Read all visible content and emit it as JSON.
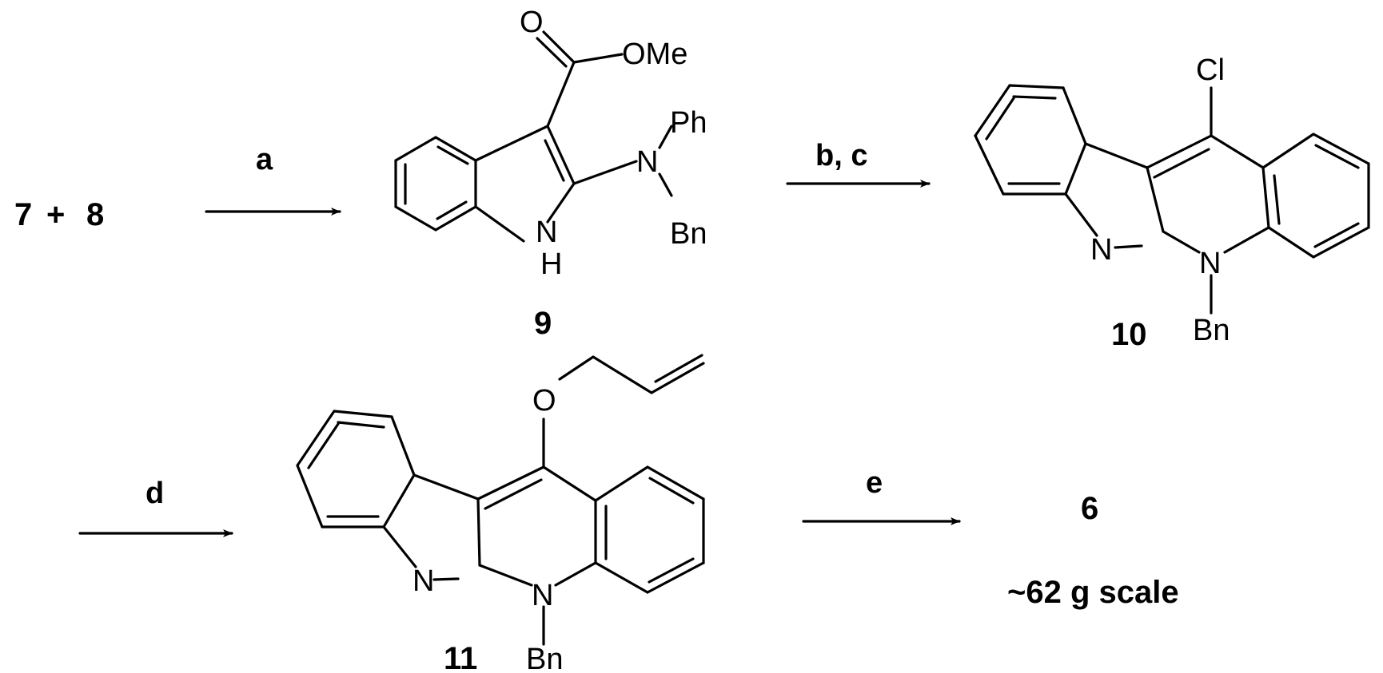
{
  "reactants": {
    "first": "7",
    "plus": "+",
    "second": "8"
  },
  "steps": {
    "a": "a",
    "bc": "b, c",
    "d": "d",
    "e": "e"
  },
  "compounds": {
    "c9": "9",
    "c10": "10",
    "c11": "11",
    "c6": "6"
  },
  "atoms": {
    "ester_o": "O",
    "ome": "OMe",
    "ph": "Ph",
    "n_amine": "N",
    "bn": "Bn",
    "nh_n": "N",
    "nh_h": "H",
    "cl": "Cl",
    "n": "N",
    "o": "O"
  },
  "scale_note": "~62 g scale"
}
